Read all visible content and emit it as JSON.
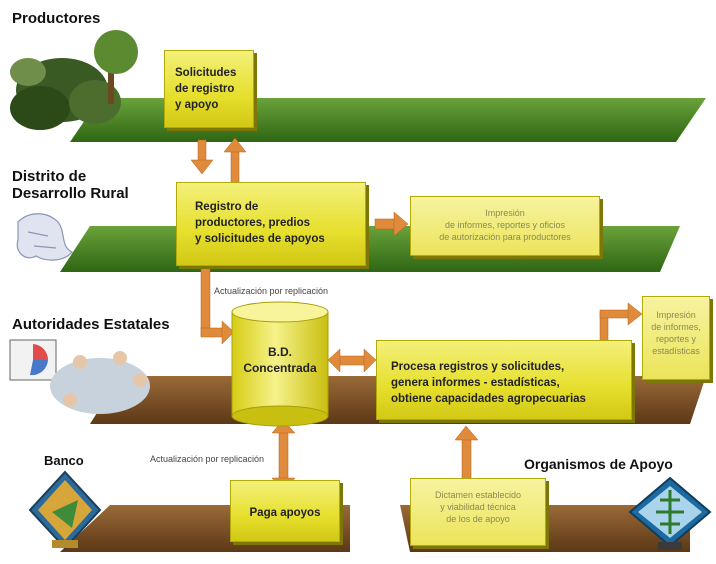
{
  "levels": {
    "productores": "Productores",
    "distrito": "Distrito de\nDesarrollo Rural",
    "autoridades": "Autoridades Estatales",
    "banco": "Banco",
    "organismos": "Organismos de Apoyo"
  },
  "boxes": {
    "solicitudes": "Solicitudes\nde registro\ny apoyo",
    "registro": "Registro de\nproductores, predios\ny solicitudes de apoyos",
    "impresion1": "Impresión\nde informes, reportes y oficios\nde autorización para productores",
    "bd": "B.D.\nConcentrada",
    "proceso": "Procesa registros y solicitudes,\ngenera informes - estadísticas,\nobtiene capacidades agropecuarias",
    "impresion2": "Impresión\nde informes,\nreportes y\nestadísticas",
    "paga": "Paga apoyos",
    "dictamen": "Dictamen establecido\ny viabilidad técnica\nde los de apoyo"
  },
  "notes": {
    "replicacion1": "Actualización por replicación",
    "replicacion2": "Actualización por replicación"
  },
  "colors": {
    "green_plane": "#3f7a1c",
    "brown_plane": "#7a4c24",
    "box_yellow": "#e6df2c",
    "arrow_orange": "#e08a3c"
  }
}
